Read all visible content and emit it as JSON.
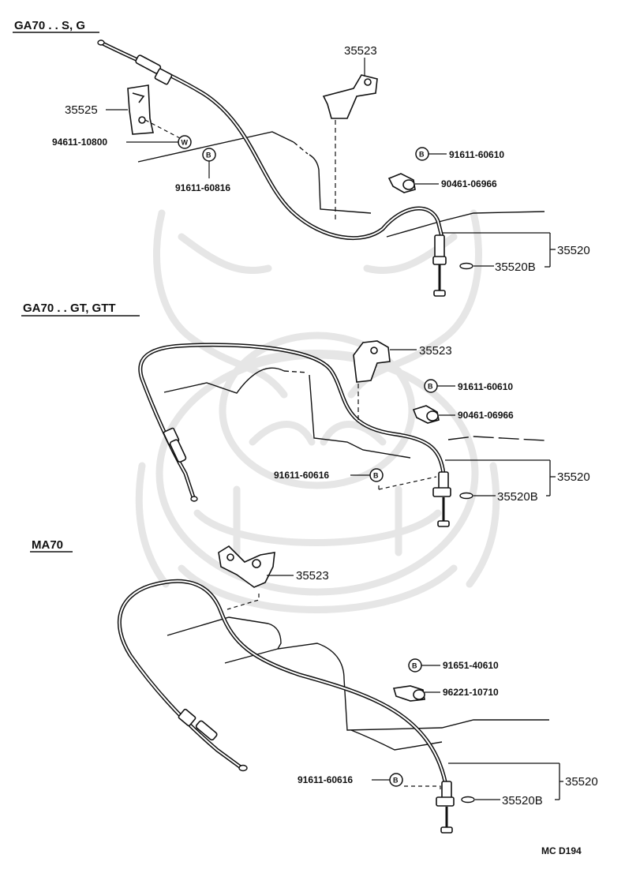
{
  "sections": {
    "ga70_s_g": {
      "title": "GA70 . . S, G",
      "labels": {
        "bracket_top": "35523",
        "bracket_left": "35525",
        "washer_pn": "94611-10800",
        "bolt_b_left": "91611-60816",
        "bolt_b_right": "91611-60610",
        "clip": "90461-06966",
        "cable": "35520",
        "cable_sub": "35520B"
      },
      "badges": {
        "washer": "W",
        "bolt": "B"
      }
    },
    "ga70_gt_gtt": {
      "title": "GA70 . . GT, GTT",
      "labels": {
        "bracket": "35523",
        "bolt_b_right": "91611-60610",
        "clip": "90461-06966",
        "bolt_b_left": "91611-60616",
        "cable": "35520",
        "cable_sub": "35520B"
      },
      "badges": {
        "bolt": "B"
      }
    },
    "ma70": {
      "title": "MA70",
      "labels": {
        "bracket": "35523",
        "bolt_b_right": "91651-40610",
        "clip": "96221-10710",
        "bolt_b_left": "91611-60616",
        "cable": "35520",
        "cable_sub": "35520B"
      },
      "badges": {
        "bolt": "B"
      }
    }
  },
  "footer": {
    "ref_code": "MC  D194"
  },
  "colors": {
    "ink": "#111111",
    "watermark": "#e6e6e6",
    "background": "#ffffff"
  }
}
